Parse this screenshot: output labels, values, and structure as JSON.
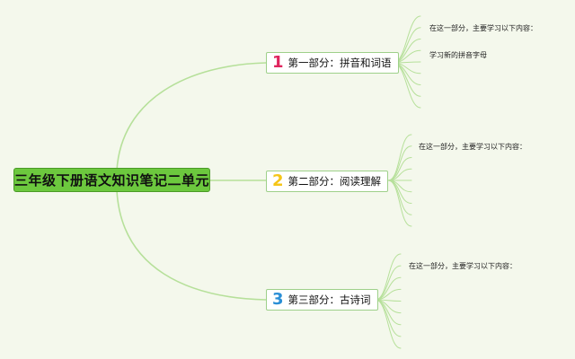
{
  "root": {
    "title": "三年级下册语文知识笔记二单元"
  },
  "branches": [
    {
      "number": "1",
      "number_color": "#e0245e",
      "label": "第一部分：拼音和词语",
      "notes": [
        "在这一部分，主要学习以下内容：",
        "学习新的拼音字母"
      ]
    },
    {
      "number": "2",
      "number_color": "#f5c518",
      "label": "第二部分：阅读理解",
      "notes": [
        "在这一部分，主要学习以下内容："
      ]
    },
    {
      "number": "3",
      "number_color": "#2b8fd6",
      "label": "第三部分：古诗词",
      "notes": [
        "在这一部分，主要学习以下内容："
      ]
    }
  ],
  "colors": {
    "connector": "#b6e09a",
    "background": "#f4f8ec",
    "root_fill": "#6cc83e"
  }
}
